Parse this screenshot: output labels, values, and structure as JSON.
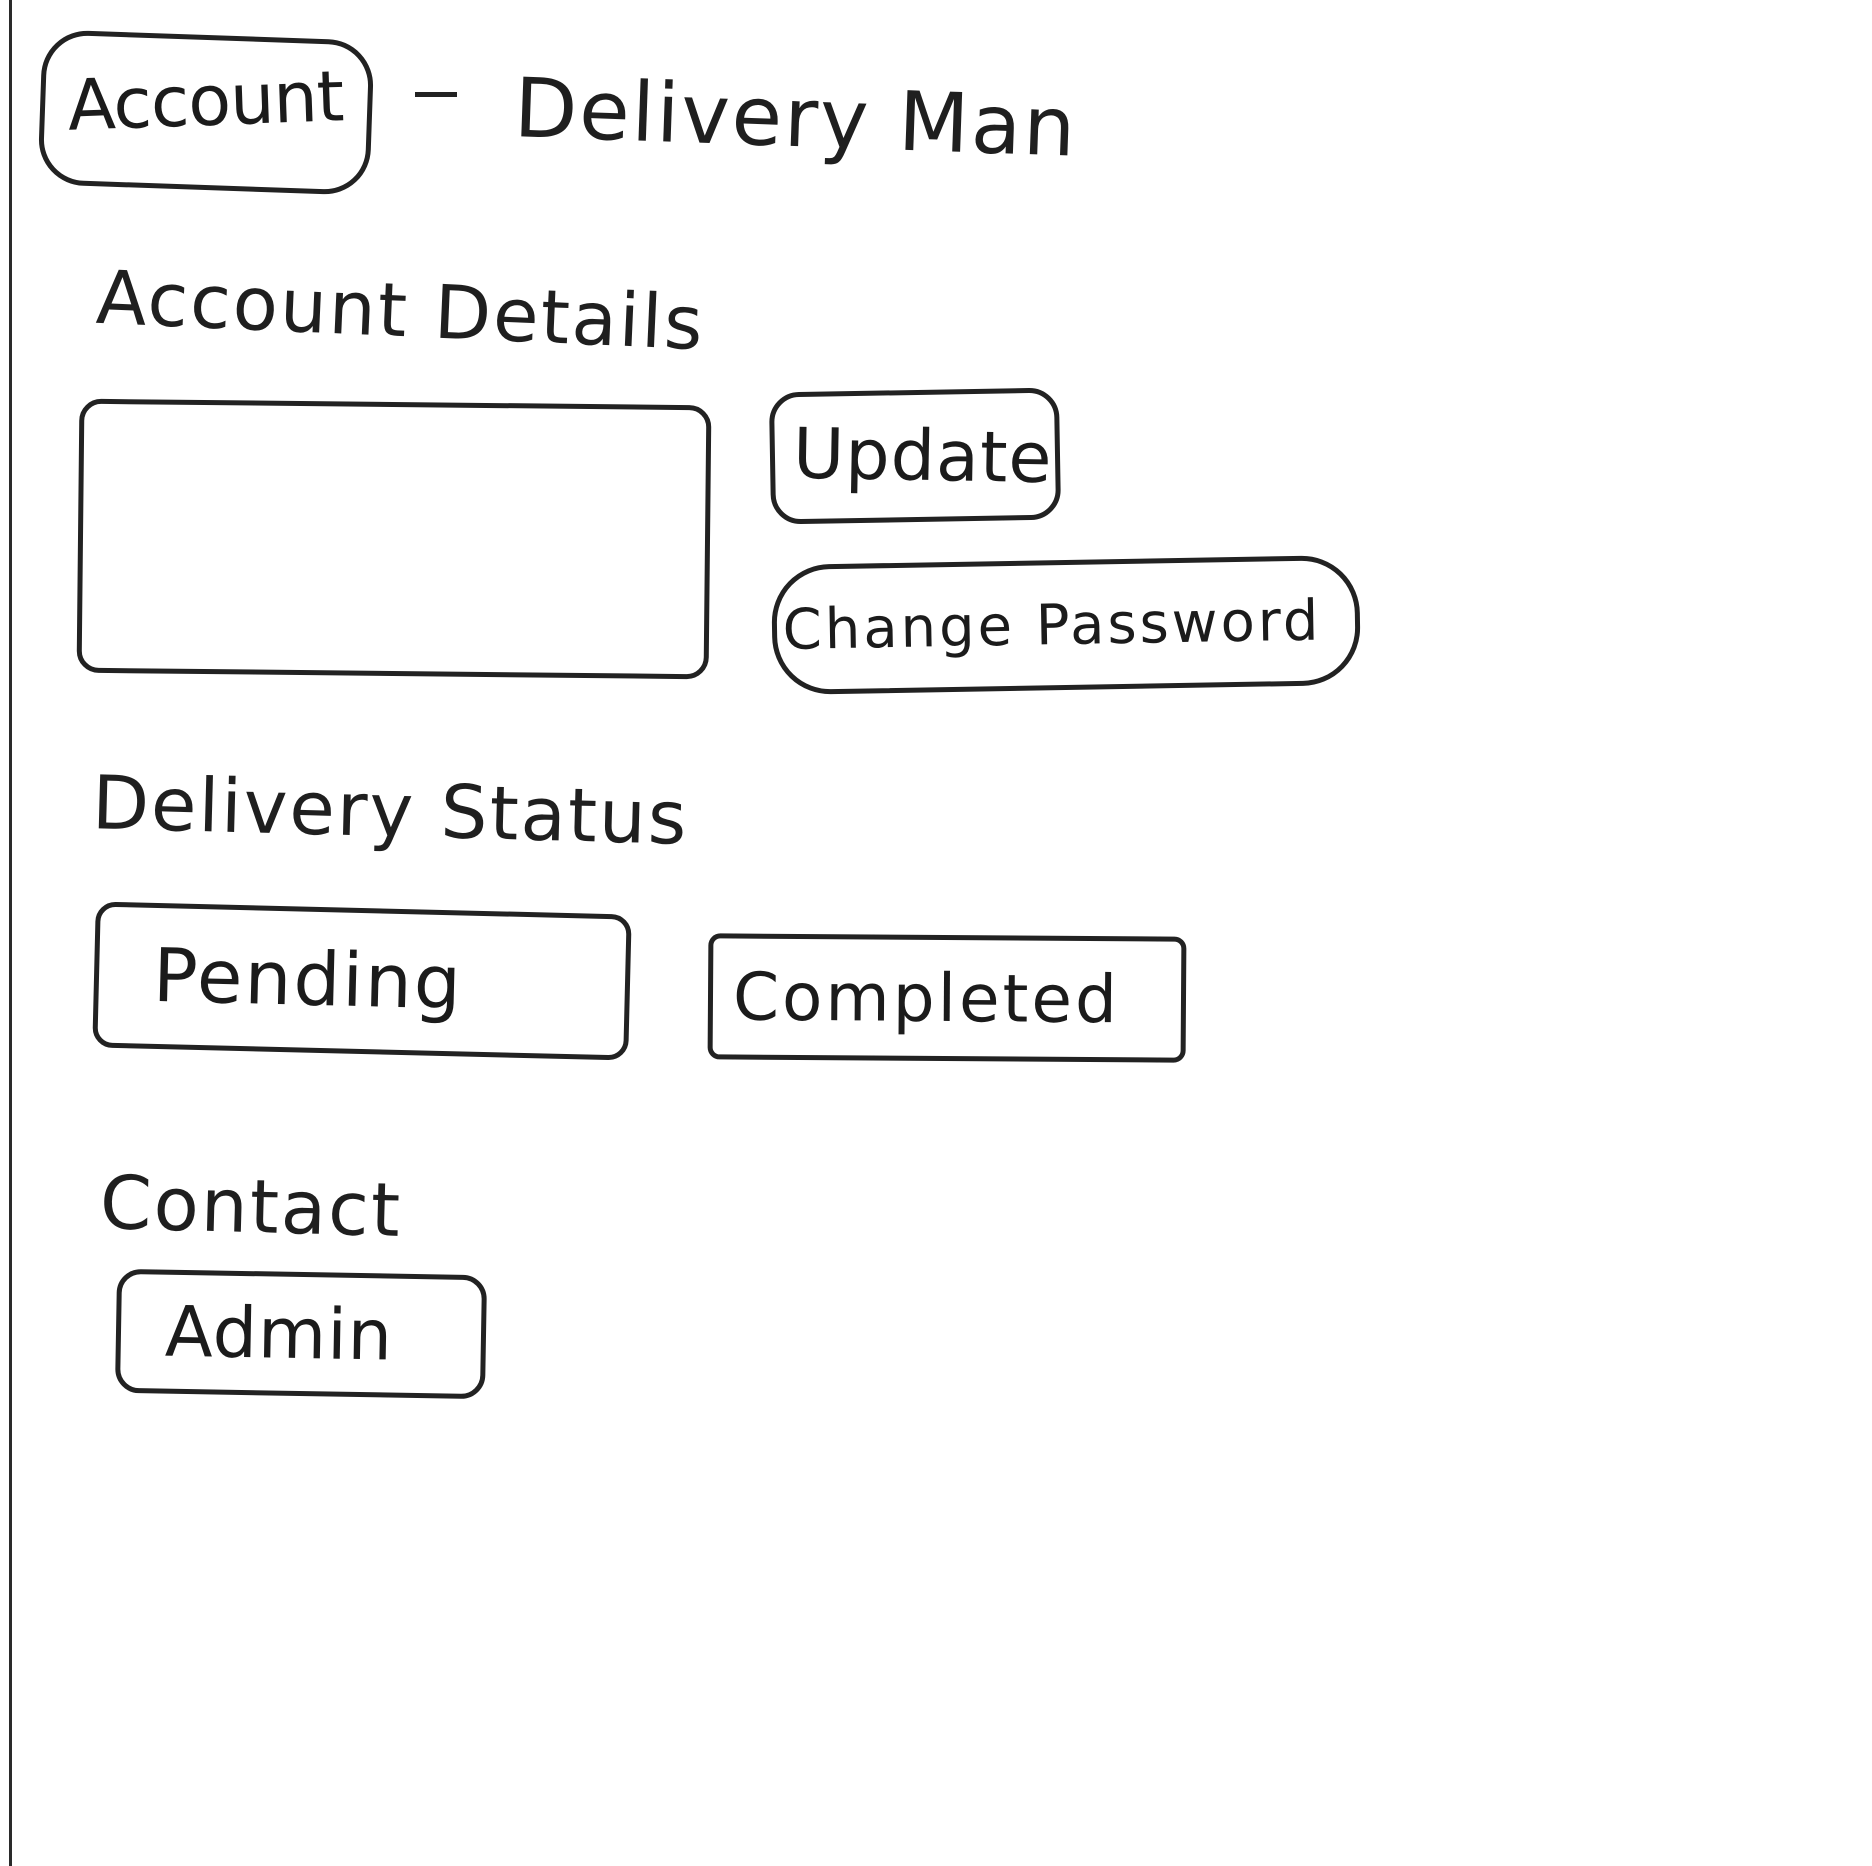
{
  "header": {
    "account_tab_label": "Account",
    "separator": "-",
    "page_title": "Delivery Man"
  },
  "account_details": {
    "heading": "Account Details",
    "details_value": "",
    "update_label": "Update",
    "change_password_label": "Change Password"
  },
  "delivery_status": {
    "heading": "Delivery Status",
    "pending_label": "Pending",
    "completed_label": "Completed"
  },
  "contact": {
    "heading": "Contact",
    "admin_label": "Admin"
  },
  "colors": {
    "ink": "#222222",
    "paper": "#ffffff"
  }
}
